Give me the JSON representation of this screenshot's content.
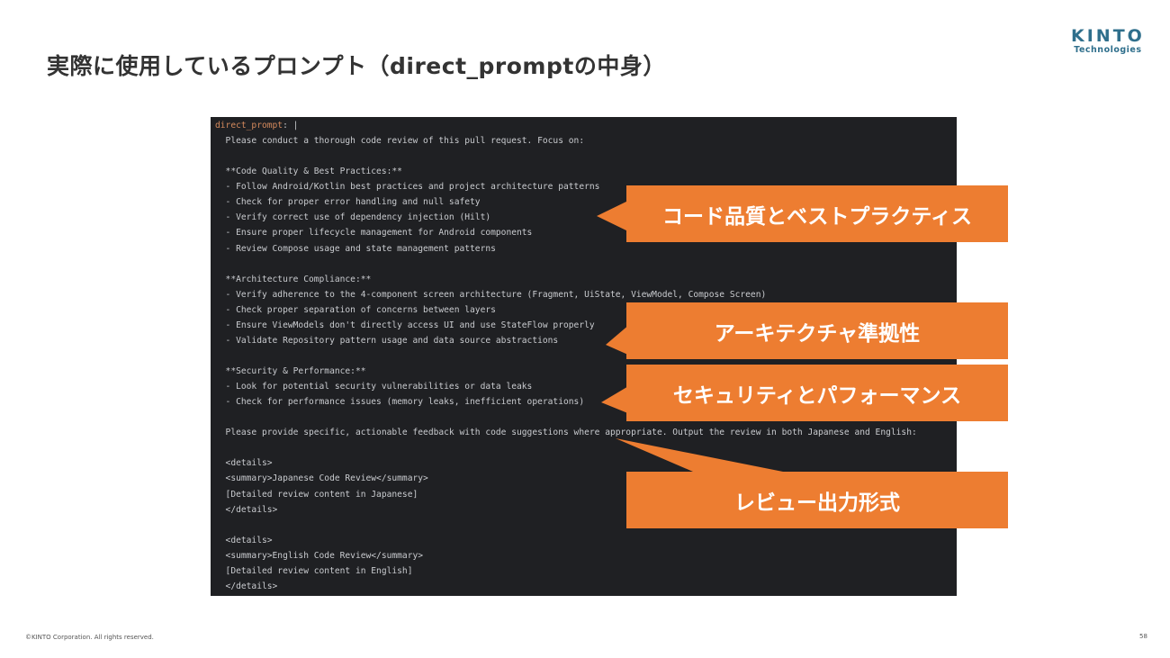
{
  "title": "実際に使用しているプロンプト（direct_promptの中身）",
  "logo": {
    "brand": "KINTO",
    "sub": "Technologies"
  },
  "code": {
    "key": "direct_prompt",
    "after_key": ": |",
    "lines": [
      "  Please conduct a thorough code review of this pull request. Focus on:",
      "",
      "  **Code Quality & Best Practices:**",
      "  - Follow Android/Kotlin best practices and project architecture patterns",
      "  - Check for proper error handling and null safety",
      "  - Verify correct use of dependency injection (Hilt)",
      "  - Ensure proper lifecycle management for Android components",
      "  - Review Compose usage and state management patterns",
      "",
      "  **Architecture Compliance:**",
      "  - Verify adherence to the 4-component screen architecture (Fragment, UiState, ViewModel, Compose Screen)",
      "  - Check proper separation of concerns between layers",
      "  - Ensure ViewModels don't directly access UI and use StateFlow properly",
      "  - Validate Repository pattern usage and data source abstractions",
      "",
      "  **Security & Performance:**",
      "  - Look for potential security vulnerabilities or data leaks",
      "  - Check for performance issues (memory leaks, inefficient operations)",
      "",
      "  Please provide specific, actionable feedback with code suggestions where appropriate. Output the review in both Japanese and English:",
      "",
      "  <details>",
      "  <summary>Japanese Code Review</summary>",
      "  [Detailed review content in Japanese]",
      "  </details>",
      "",
      "  <details>",
      "  <summary>English Code Review</summary>",
      "  [Detailed review content in English]",
      "  </details>"
    ]
  },
  "callouts": [
    "コード品質とベストプラクティス",
    "アーキテクチャ準拠性",
    "セキュリティとパフォーマンス",
    "レビュー出力形式"
  ],
  "colors": {
    "accent": "#ED7D31"
  },
  "footer": "©KINTO Corporation. All rights reserved.",
  "page_number": "58"
}
